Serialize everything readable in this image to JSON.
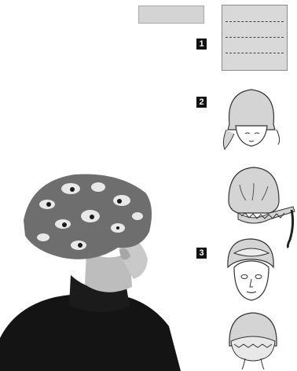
{
  "steps": [
    {
      "number": "1"
    },
    {
      "number": "2"
    },
    {
      "number": "3"
    }
  ],
  "colors": {
    "swatch_fill": "#d4d4d4",
    "paper": "#ffffff",
    "ink": "#111111",
    "sweater": "#141414",
    "skin": "#cfcfcf"
  },
  "illustrations": [
    {
      "name": "fabric-rectangle"
    },
    {
      "name": "folded-scarf"
    },
    {
      "name": "scarf-over-head-front"
    },
    {
      "name": "scarf-twisted-back"
    },
    {
      "name": "turban-front"
    },
    {
      "name": "turban-back"
    },
    {
      "name": "woman-in-turban-photo"
    }
  ]
}
